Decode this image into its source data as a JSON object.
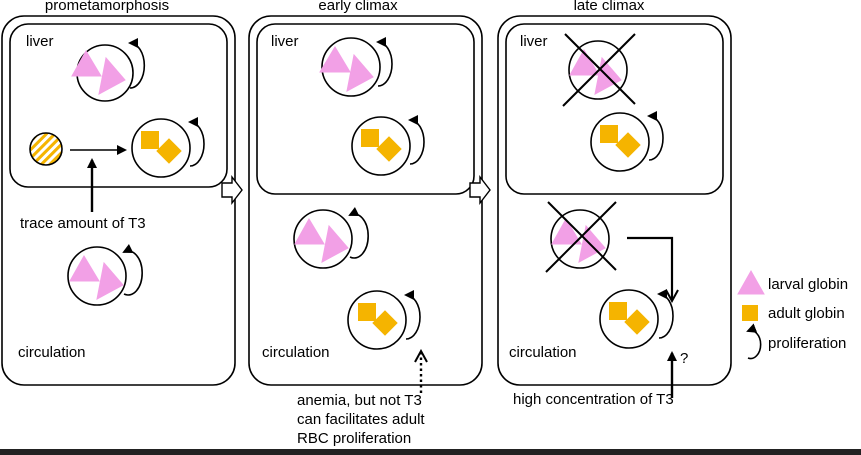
{
  "stages": [
    {
      "header": "prometamorphosis",
      "liver_label": "liver",
      "circulation_label": "circulation"
    },
    {
      "header": "early climax",
      "liver_label": "liver",
      "circulation_label": "circulation"
    },
    {
      "header": "late climax",
      "liver_label": "liver",
      "circulation_label": "circulation"
    }
  ],
  "annotations": {
    "trace_t3": "trace amount of T3",
    "anemia_line1": "anemia, but not T3",
    "anemia_line2": "can facilitates adult",
    "anemia_line3": "RBC proliferation",
    "high_t3": "high concentration of T3",
    "question_mark": "?"
  },
  "legend": {
    "larval_globin": "larval globin",
    "adult_globin": "adult globin",
    "proliferation": "proliferation"
  },
  "colors": {
    "larval_globin": "#f2a0e6",
    "adult_globin": "#f5b400",
    "hatched_stripe": "#f5b400",
    "stroke": "#000000"
  }
}
